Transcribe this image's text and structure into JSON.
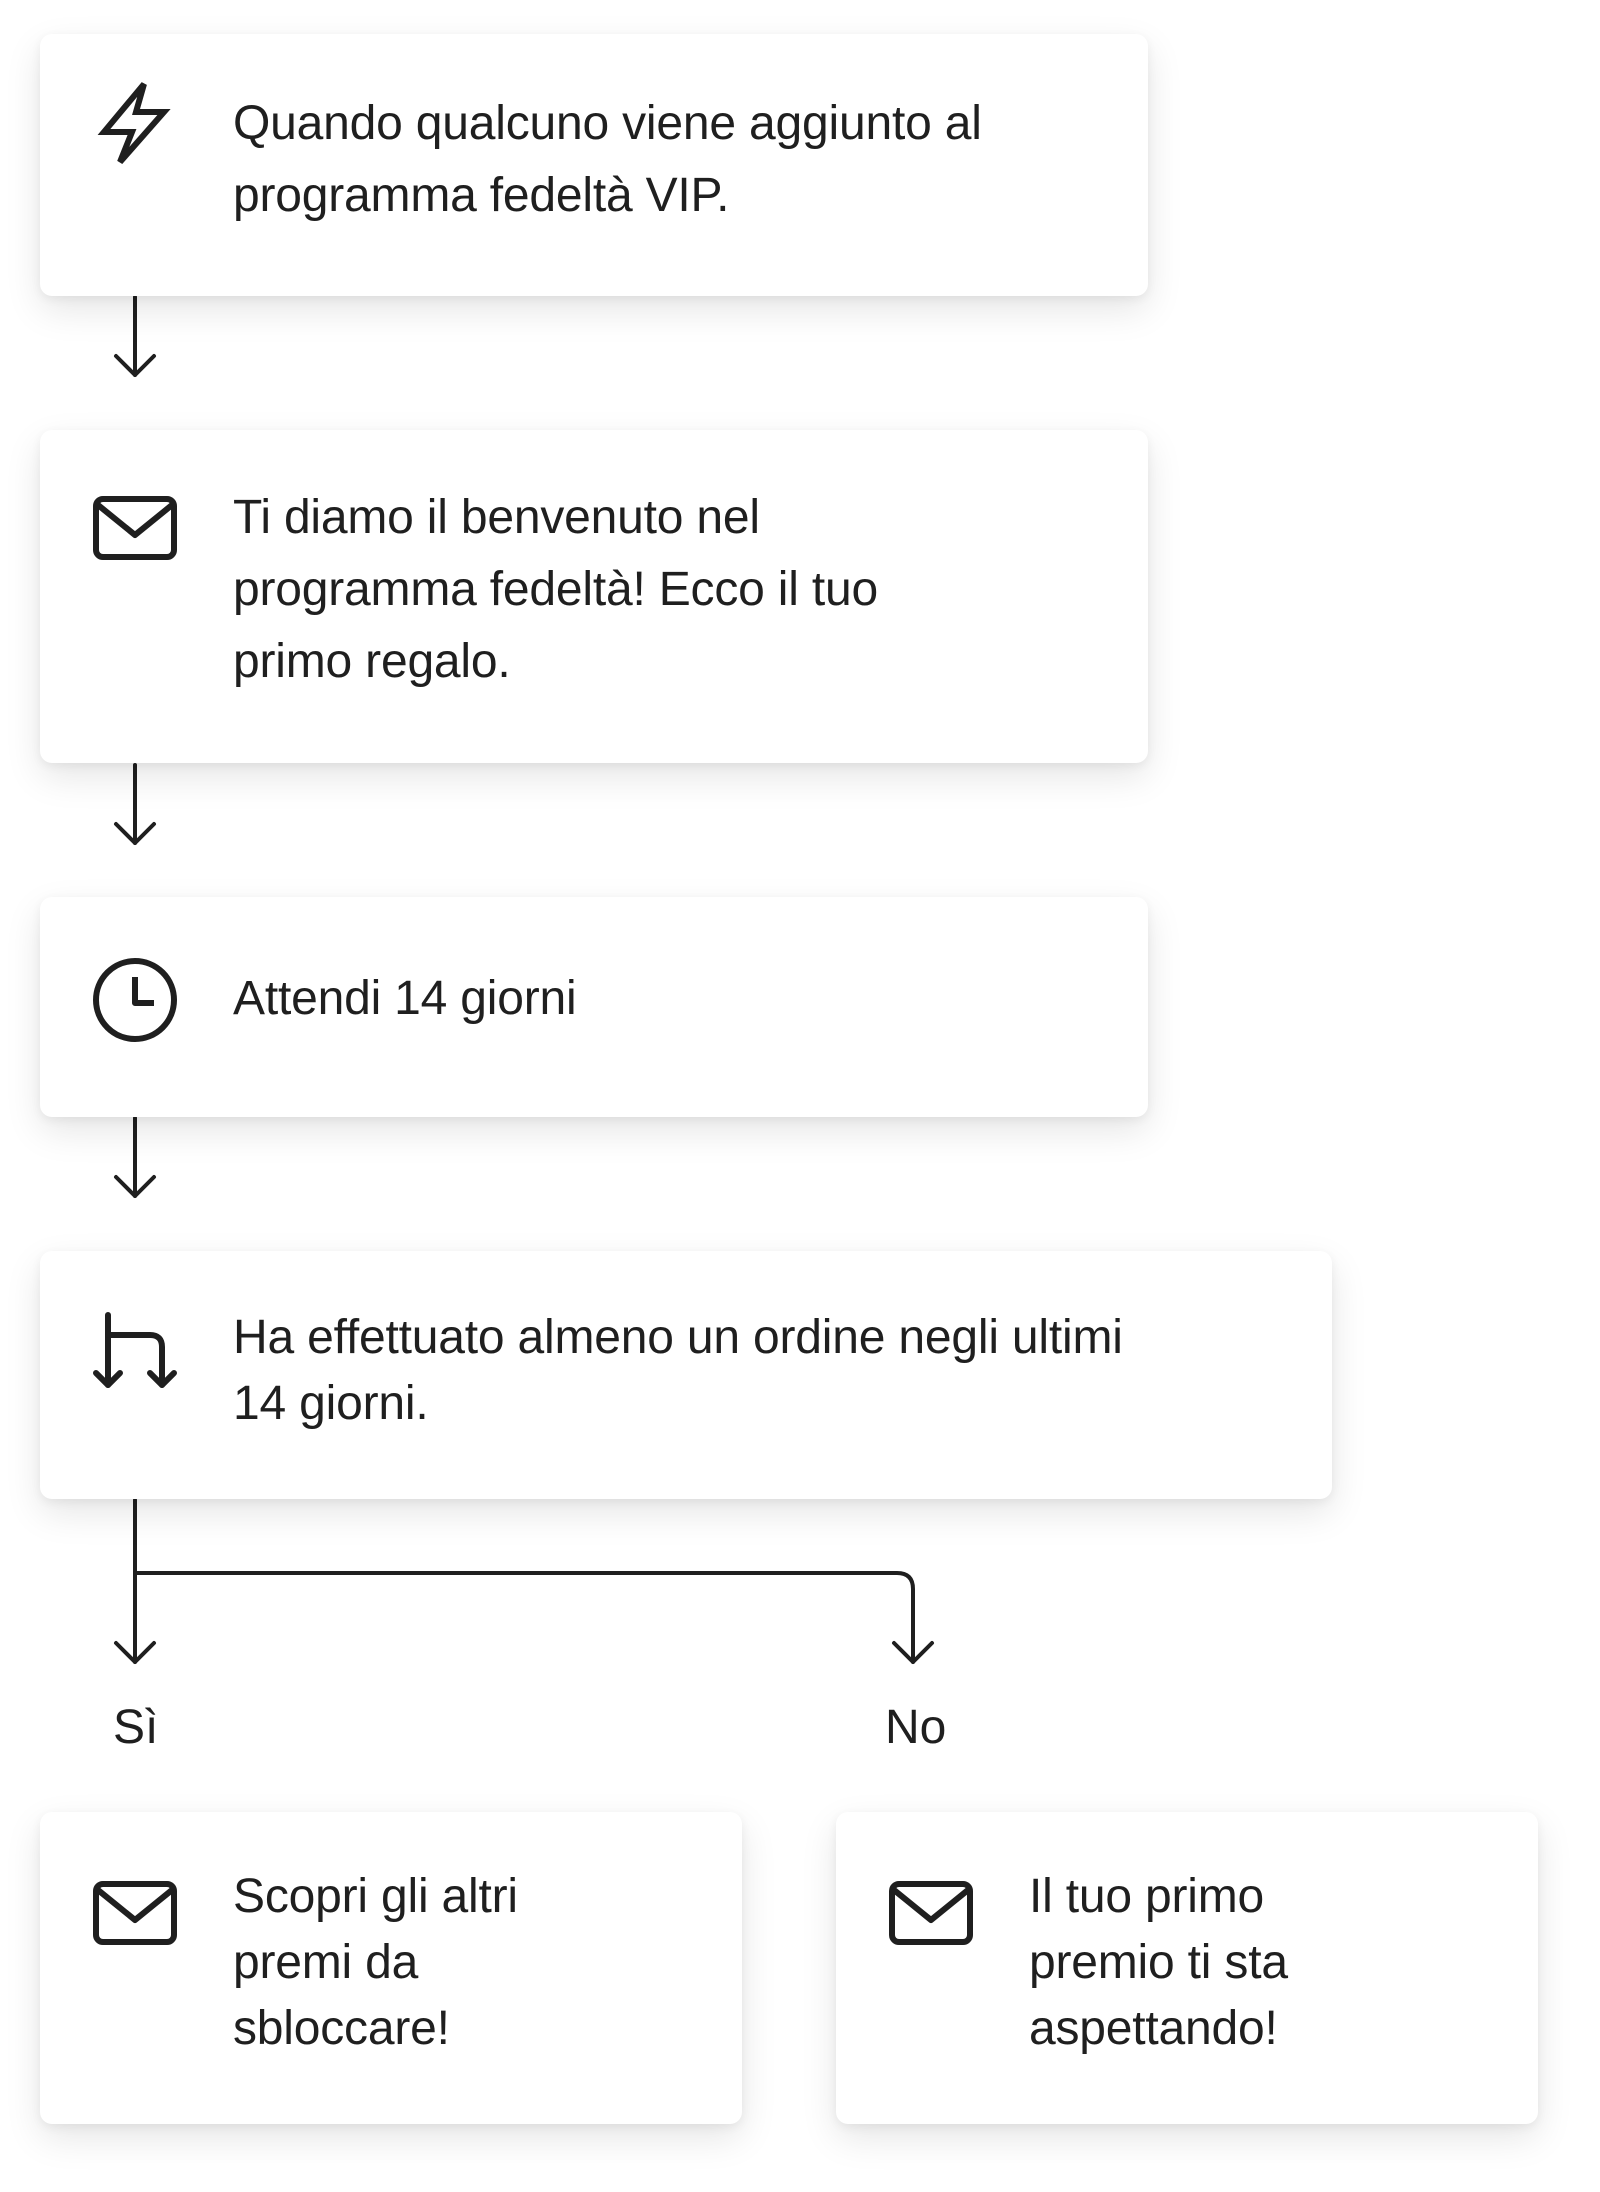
{
  "steps": {
    "trigger": {
      "icon": "lightning-bolt-icon",
      "text": "Quando qualcuno viene aggiunto al\nprogramma fedeltà VIP."
    },
    "welcome_email": {
      "icon": "envelope-icon",
      "text": "Ti diamo il benvenuto nel\nprogramma fedeltà! Ecco il tuo\nprimo regalo."
    },
    "wait": {
      "icon": "clock-icon",
      "text": "Attendi 14 giorni"
    },
    "condition": {
      "icon": "split-branch-icon",
      "text": "Ha effettuato almeno un ordine negli ultimi\n14 giorni."
    },
    "yes_email": {
      "icon": "envelope-icon",
      "text": "Scopri gli altri\npremi da\nsbloccare!"
    },
    "no_email": {
      "icon": "envelope-icon",
      "text": "Il tuo primo\npremio ti sta\naspettando!"
    }
  },
  "branches": {
    "yes_label": "Sì",
    "no_label": "No"
  },
  "colors": {
    "stroke": "#1f1f1f",
    "card_background": "#ffffff"
  }
}
